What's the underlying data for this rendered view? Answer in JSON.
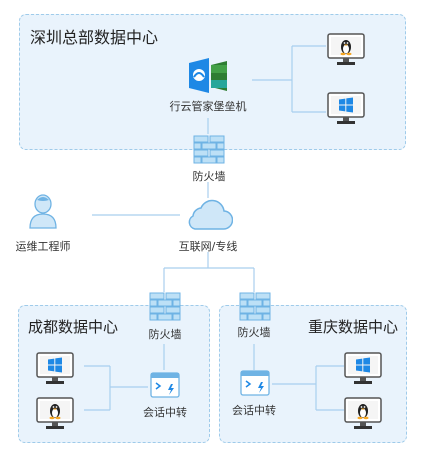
{
  "hq": {
    "title": "深圳总部数据中心",
    "bastion_label": "行云管家堡垒机"
  },
  "labels": {
    "firewall_top": "防火墙",
    "ops_engineer": "运维工程师",
    "internet": "互联网/专线"
  },
  "chengdu": {
    "title": "成都数据中心",
    "firewall_label": "防火墙",
    "relay_label": "会话中转"
  },
  "chongqing": {
    "title": "重庆数据中心",
    "firewall_label": "防火墙",
    "relay_label": "会话中转"
  },
  "icons": [
    "linux-monitor-icon",
    "windows-monitor-icon",
    "firewall-icon",
    "cloud-icon",
    "person-icon",
    "session-relay-icon",
    "bastion-logo-icon"
  ],
  "colors": {
    "zone_bg": "#e9f3fc",
    "zone_border": "#9fcbea",
    "accent_blue": "#1e88e5",
    "line": "#a9cfee"
  }
}
